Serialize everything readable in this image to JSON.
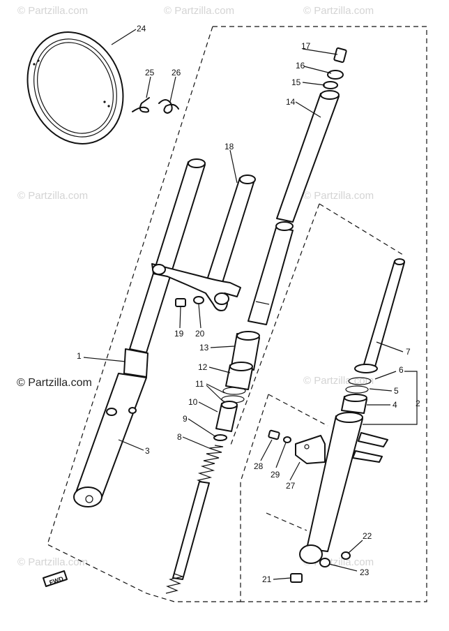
{
  "watermark": {
    "text": "© Partzilla.com",
    "color_light": "#d4d4d4",
    "color_dark": "#222222"
  },
  "arrow": {
    "label": "FWD"
  },
  "callouts": [
    "1",
    "2",
    "3",
    "4",
    "5",
    "6",
    "7",
    "8",
    "9",
    "10",
    "11",
    "12",
    "13",
    "14",
    "15",
    "16",
    "17",
    "18",
    "19",
    "20",
    "21",
    "22",
    "23",
    "24",
    "25",
    "26",
    "27",
    "28",
    "29"
  ]
}
